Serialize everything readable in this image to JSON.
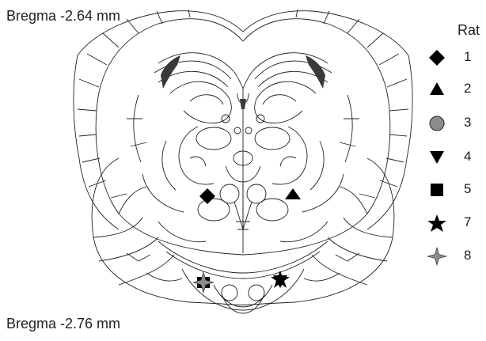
{
  "labels": {
    "top": "Bregma -2.64 mm",
    "bottom": "Bregma -2.76 mm"
  },
  "legend": {
    "title": "Rat",
    "items": [
      {
        "id": "1",
        "symbol": "diamond-icon",
        "color": "#000000"
      },
      {
        "id": "2",
        "symbol": "triangle-up-icon",
        "color": "#000000"
      },
      {
        "id": "3",
        "symbol": "circle-icon",
        "color": "#8c8c8c"
      },
      {
        "id": "4",
        "symbol": "triangle-down-icon",
        "color": "#000000"
      },
      {
        "id": "5",
        "symbol": "square-icon",
        "color": "#000000"
      },
      {
        "id": "7",
        "symbol": "star-icon",
        "color": "#000000"
      },
      {
        "id": "8",
        "symbol": "four-point-star-icon",
        "color": "#8c8c8c"
      }
    ]
  },
  "colors": {
    "outline": "#231f20",
    "gray_region": "#3a3a3a"
  }
}
